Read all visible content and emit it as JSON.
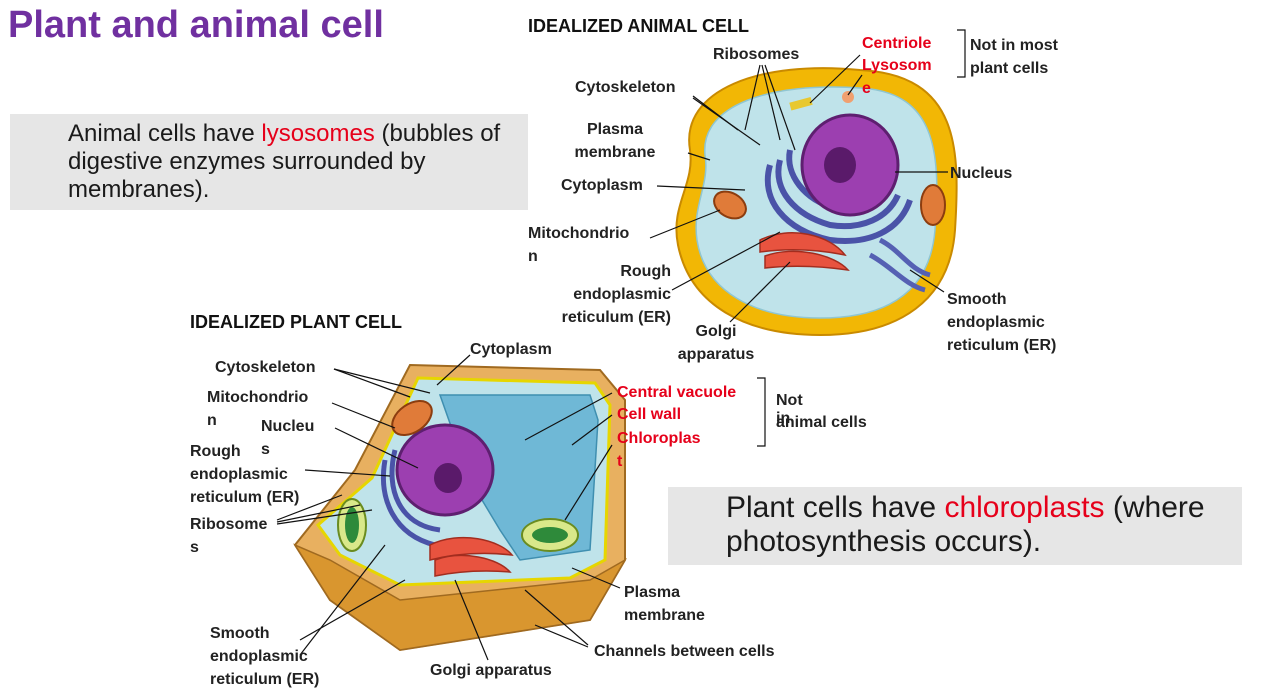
{
  "title": "Plant and animal cell",
  "animal_note": {
    "before": "Animal cells have ",
    "highlight": "lysosomes",
    "after": " (bubbles of digestive enzymes surrounded by membranes)."
  },
  "plant_note": {
    "before": "Plant cells have ",
    "highlight": "chloroplasts",
    "after": " (where photosynthesis occurs)."
  },
  "animal_cell": {
    "heading": "IDEALIZED ANIMAL CELL",
    "labels": {
      "ribosomes": "Ribosomes",
      "cytoskeleton": "Cytoskeleton",
      "plasma_membrane": "Plasma\nmembrane",
      "cytoplasm": "Cytoplasm",
      "mitochondrion": "Mitochondrio\nn",
      "rough_er": "Rough\nendoplasmic\nreticulum (ER)",
      "golgi": "Golgi\napparatus",
      "smooth_er": "Smooth\nendoplasmic\nreticulum (ER)",
      "nucleus": "Nucleus",
      "centriole": "Centriole",
      "lysosome": "Lysosom\ne",
      "bracket_note": "Not in most\nplant cells"
    }
  },
  "plant_cell": {
    "heading": "IDEALIZED PLANT CELL",
    "labels": {
      "cytoskeleton": "Cytoskeleton",
      "cytoplasm": "Cytoplasm",
      "mitochondrion": "Mitochondrio\nn",
      "nucleus": "Nucleu\ns",
      "rough_er": "Rough\nendoplasmic\nreticulum (ER)",
      "ribosomes": "Ribosome\ns",
      "central_vacuole": "Central vacuole",
      "cell_wall": "Cell wall",
      "chloroplast": "Chloroplas\nt",
      "bracket_note_1": "Not\nin",
      "bracket_note_2": "animal cells",
      "plasma_membrane": "Plasma\nmembrane",
      "channels": "Channels between cells",
      "smooth_er": "Smooth\nendoplasmic\nreticulum (ER)",
      "golgi": "Golgi apparatus"
    }
  },
  "colors": {
    "title": "#7030a0",
    "highlight": "#e6001a",
    "animal_membrane": "#f2b705",
    "cytoplasm": "#bfe3ea",
    "nucleus": "#9c3fb0",
    "cell_wall": "#e8b060",
    "vacuole": "#6fb8d6"
  }
}
